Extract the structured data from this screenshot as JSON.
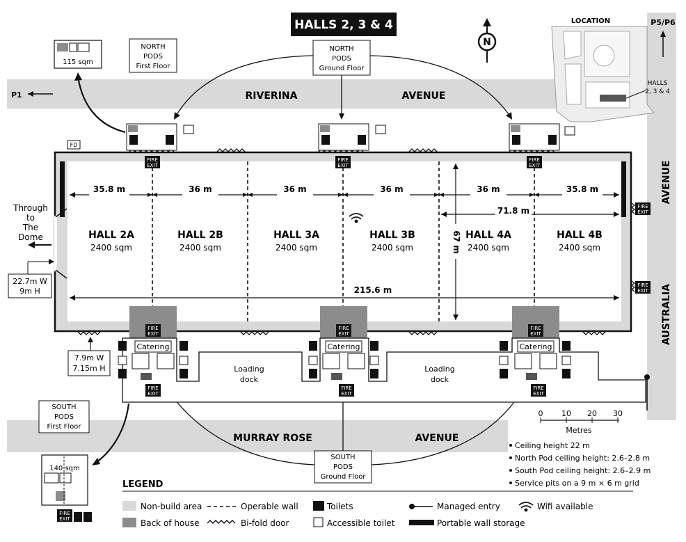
{
  "title": "HALLS 2, 3 & 4",
  "north": "N",
  "streets": {
    "riverina": "RIVERINA",
    "avenue_top": "AVENUE",
    "murray_rose": "MURRAY ROSE",
    "avenue_bottom": "AVENUE",
    "australia": "AUSTRALIA",
    "avenue_right": "AVENUE"
  },
  "parking": {
    "p1": "P1",
    "p5p6": "P5/P6"
  },
  "location": {
    "title": "LOCATION",
    "halls_line1": "HALLS",
    "halls_line2": "2, 3 & 4"
  },
  "north_pods_first": {
    "line1": "NORTH",
    "line2": "PODS",
    "line3": "First Floor",
    "area": "115 sqm"
  },
  "north_pods_ground": {
    "line1": "NORTH",
    "line2": "PODS",
    "line3": "Ground Floor"
  },
  "south_pods_first": {
    "line1": "SOUTH",
    "line2": "PODS",
    "line3": "First Floor",
    "area": "140 sqm"
  },
  "south_pods_ground": {
    "line1": "SOUTH",
    "line2": "PODS",
    "line3": "Ground Floor"
  },
  "fd": "FD",
  "fire_exit": {
    "line1": "FIRE",
    "line2": "EXIT"
  },
  "catering": "Catering",
  "loading_dock": {
    "line1": "Loading",
    "line2": "dock"
  },
  "through_dome": {
    "line1": "Through",
    "line2": "to",
    "line3": "The",
    "line4": "Dome"
  },
  "door_west": {
    "line1": "22.7m W",
    "line2": "9m H"
  },
  "door_south": {
    "line1": "7.9m W",
    "line2": "7.15m H"
  },
  "halls": [
    {
      "name": "HALL 2A",
      "area": "2400 sqm"
    },
    {
      "name": "HALL 2B",
      "area": "2400 sqm"
    },
    {
      "name": "HALL 3A",
      "area": "2400 sqm"
    },
    {
      "name": "HALL 3B",
      "area": "2400 sqm"
    },
    {
      "name": "HALL 4A",
      "area": "2400 sqm"
    },
    {
      "name": "HALL 4B",
      "area": "2400 sqm"
    }
  ],
  "widths": [
    "35.8 m",
    "36 m",
    "36 m",
    "36 m",
    "36 m",
    "35.8 m"
  ],
  "dim_total": "215.6 m",
  "dim_hall4": "71.8 m",
  "dim_depth": "67 m",
  "scale": {
    "ticks": [
      "0",
      "10",
      "20",
      "30"
    ],
    "unit": "Metres"
  },
  "notes": [
    "Ceiling height 22 m",
    "North Pod ceiling height: 2.6–2.8 m",
    "South Pod ceiling height: 2.6–2.9 m",
    "Service pits on a 9 m × 6 m grid"
  ],
  "legend": {
    "title": "LEGEND",
    "non_build": "Non-build area",
    "back_of_house": "Back of house",
    "operable_wall": "Operable wall",
    "bifold_door": "Bi-fold door",
    "toilets": "Toilets",
    "accessible_toilet": "Accessible toilet",
    "managed_entry": "Managed entry",
    "portable_wall": "Portable wall storage",
    "wifi": "Wifi available"
  },
  "colors": {
    "non_build": "#d9d9d9",
    "back_of_house": "#8c8c8c",
    "ink": "#111111"
  }
}
